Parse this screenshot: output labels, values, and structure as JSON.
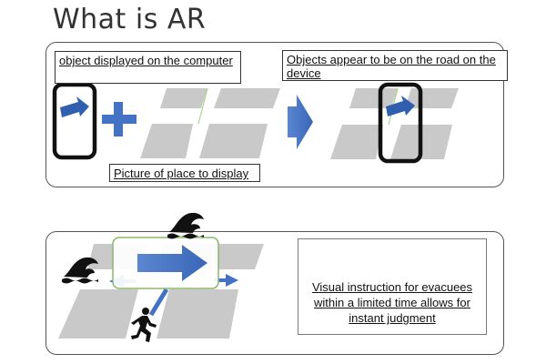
{
  "title": "What is AR",
  "panel1": {
    "label_object_computer": "object displayed on the computer",
    "label_objects_road": "Objects appear to be on the road on the device",
    "label_picture_place": "Picture of place to display"
  },
  "panel2": {
    "instruction": "Visual instruction for evacuees within a limited time allows for instant judgment"
  },
  "colors": {
    "arrow_blue": "#4472c4",
    "road_gray": "#c8c8c8",
    "overlay_green": "#8ab86a",
    "outline": "#555555"
  },
  "icons": [
    "arrow-icon",
    "plus-icon",
    "phone-icon",
    "wave-icon",
    "running-person-icon"
  ]
}
